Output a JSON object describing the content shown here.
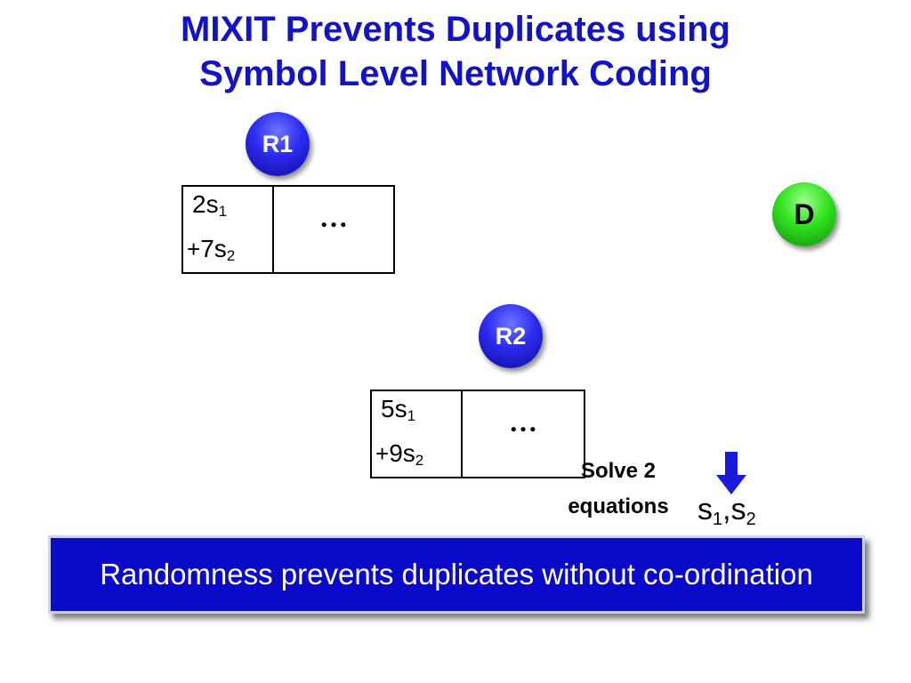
{
  "slide": {
    "title_line1": "MIXIT Prevents Duplicates using",
    "title_line2": "Symbol Level Network Coding"
  },
  "nodes": {
    "r1": "R1",
    "r2": "R2",
    "d": "D"
  },
  "packets": {
    "r1": {
      "coef1": "2",
      "var1": "s",
      "sub1": "1",
      "op": "+",
      "coef2": "7",
      "var2": "s",
      "sub2": "2",
      "rest": "…"
    },
    "r2": {
      "coef1": "5",
      "var1": "s",
      "sub1": "1",
      "op": "+",
      "coef2": "9",
      "var2": "s",
      "sub2": "2",
      "rest": "…"
    }
  },
  "decode": {
    "line1": "Solve 2",
    "line2": "equations",
    "result_var1": "s",
    "result_sub1": "1",
    "result_sep": ",",
    "result_var2": "s",
    "result_sub2": "2"
  },
  "banner": {
    "text": "Randomness prevents duplicates without co-ordination"
  },
  "colors": {
    "title": "#1212c8",
    "banner_bg": "#0a0ac8",
    "router_node": "#2b2bf0",
    "destination_node": "#2fe21f",
    "arrow": "#1a1ad8"
  },
  "icons": {
    "arrow": "arrow-down-icon"
  }
}
